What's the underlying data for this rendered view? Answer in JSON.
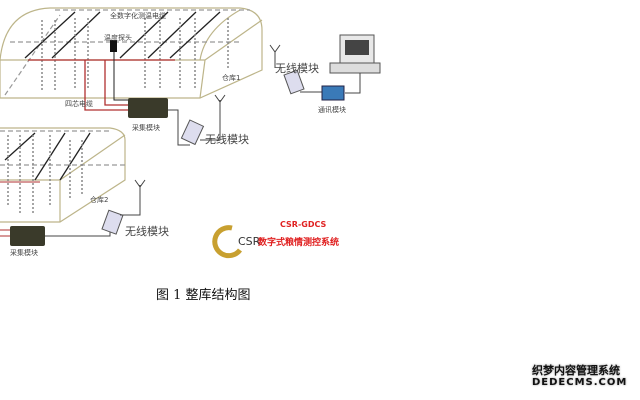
{
  "diagram": {
    "cable_label": "全数字化测温电缆",
    "probe_label": "温度探头",
    "four_core_cable": "四芯电缆",
    "warehouse1": "仓库1",
    "warehouse2": "仓库2",
    "collector1": "采集模块",
    "collector2": "采集模块",
    "wireless1": "无线模块",
    "wireless2": "无线模块",
    "wireless_host": "无线模块",
    "comm_module": "通讯模块",
    "logo": {
      "code": "CSR-GDCS",
      "name": "数字式粮情测控系统",
      "mark": "CSR"
    },
    "colors": {
      "cable_red": "#b03030",
      "logo_red": "#e02020",
      "logo_gold": "#c8a030",
      "box": "#c8c090"
    }
  },
  "caption": "图 1  整库结构图",
  "watermark": {
    "line1": "织梦内容管理系统",
    "line2": "DEDECMS.COM"
  }
}
